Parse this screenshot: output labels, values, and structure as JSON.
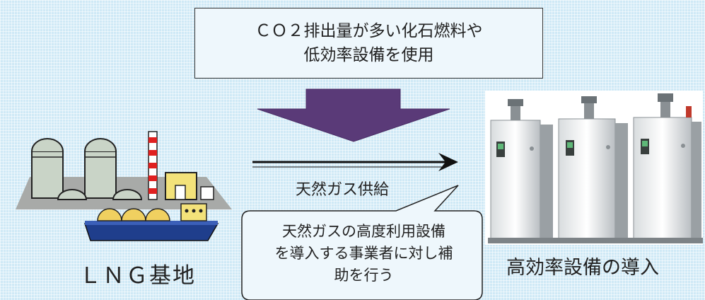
{
  "top_box": {
    "line1": "ＣＯ２排出量が多い化石燃料や",
    "line2": "低効率設備を使用"
  },
  "lng": {
    "label": "ＬＮＧ基地"
  },
  "supply": {
    "label": "天然ガス供給"
  },
  "callout": {
    "line1": "天然ガスの高度利用設備",
    "line2": "を導入する事業者に対し補",
    "line3": "助を行う"
  },
  "equipment": {
    "label": "高効率設備の導入"
  },
  "colors": {
    "down_arrow": "#5a3a78",
    "plant": "#a8aaa8",
    "ship_hull": "#1f3e8c",
    "lng_tank": "#f0d060",
    "chimney_red": "#e02020"
  }
}
